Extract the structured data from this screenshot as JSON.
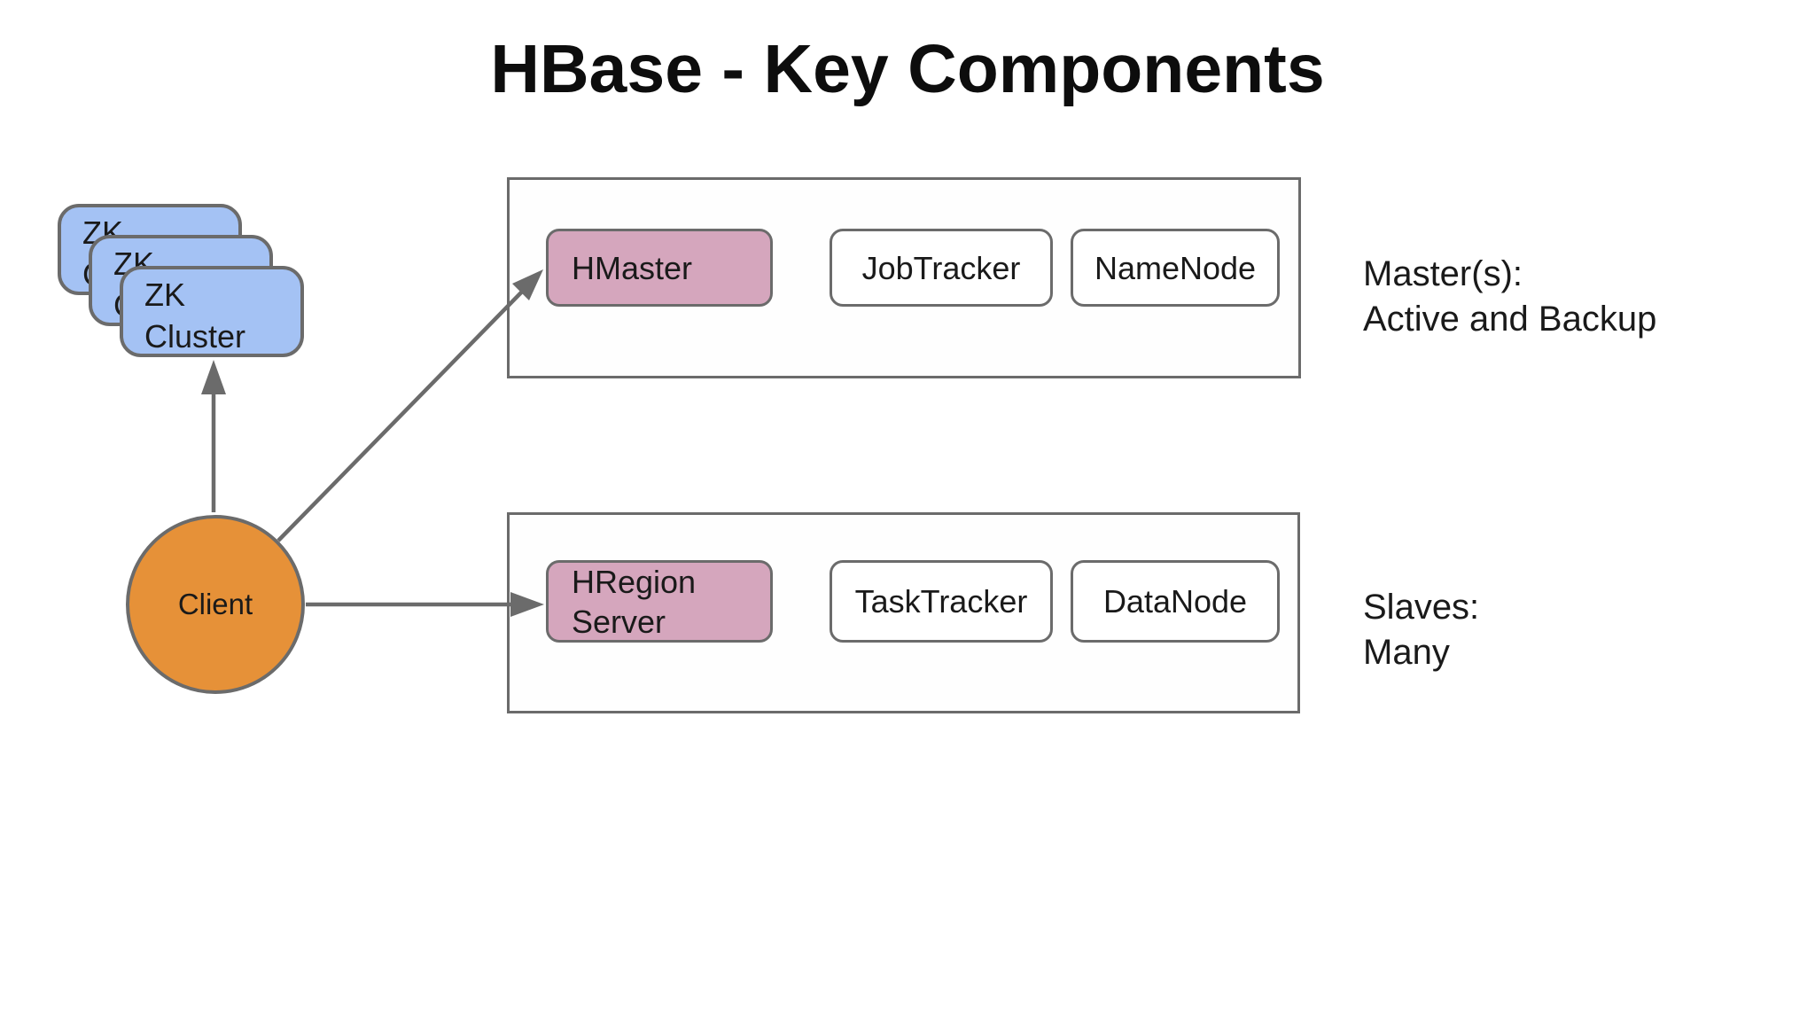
{
  "title": "HBase - Key Components",
  "colors": {
    "zk_blue": "#a4c2f4",
    "client_orange": "#e69138",
    "hbase_pink": "#d5a6bd",
    "line_gray": "#6b6b6b",
    "text_black": "#1a1a1a"
  },
  "zk_stack": {
    "label": "ZK Cluster",
    "copies": 3
  },
  "client": {
    "label": "Client"
  },
  "master_group": {
    "nodes": [
      {
        "label": "HMaster",
        "highlight": true
      },
      {
        "label": "JobTracker",
        "highlight": false
      },
      {
        "label": "NameNode",
        "highlight": false
      }
    ],
    "caption_lines": [
      "Master(s):",
      "Active and Backup"
    ]
  },
  "slave_group": {
    "nodes": [
      {
        "label": "HRegion Server",
        "highlight": true
      },
      {
        "label": "TaskTracker",
        "highlight": false
      },
      {
        "label": "DataNode",
        "highlight": false
      }
    ],
    "caption_lines": [
      "Slaves:",
      "Many"
    ]
  },
  "arrows": [
    {
      "name": "client-to-zk-cluster",
      "from": "client",
      "to": "zk_stack"
    },
    {
      "name": "client-to-hmaster",
      "from": "client",
      "to": "HMaster"
    },
    {
      "name": "client-to-hregion-server",
      "from": "client",
      "to": "HRegion Server"
    }
  ]
}
